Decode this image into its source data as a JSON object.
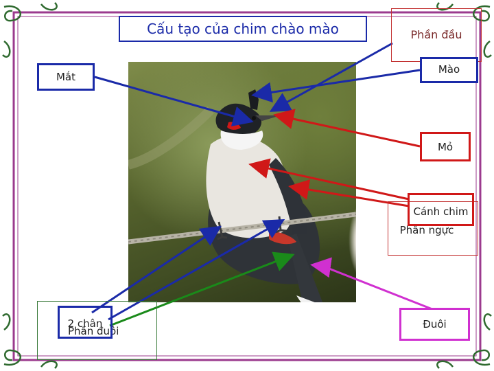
{
  "title": "Cấu tạo của chim chào mào",
  "labels": {
    "head": "Phần đầu",
    "crest": "Mào",
    "eye": "Mắt",
    "beak": "Mỏ",
    "wing": "Cánh chim",
    "chest": "Phần ngực",
    "legs": "2 chân",
    "tail_part": "Phần đuôi",
    "tail": "Đuôi"
  },
  "colors": {
    "frame": "#9b3a8e",
    "blue": "#1a2aa8",
    "red": "#d01818",
    "green": "#1a8a1a",
    "pink": "#d030d0"
  }
}
